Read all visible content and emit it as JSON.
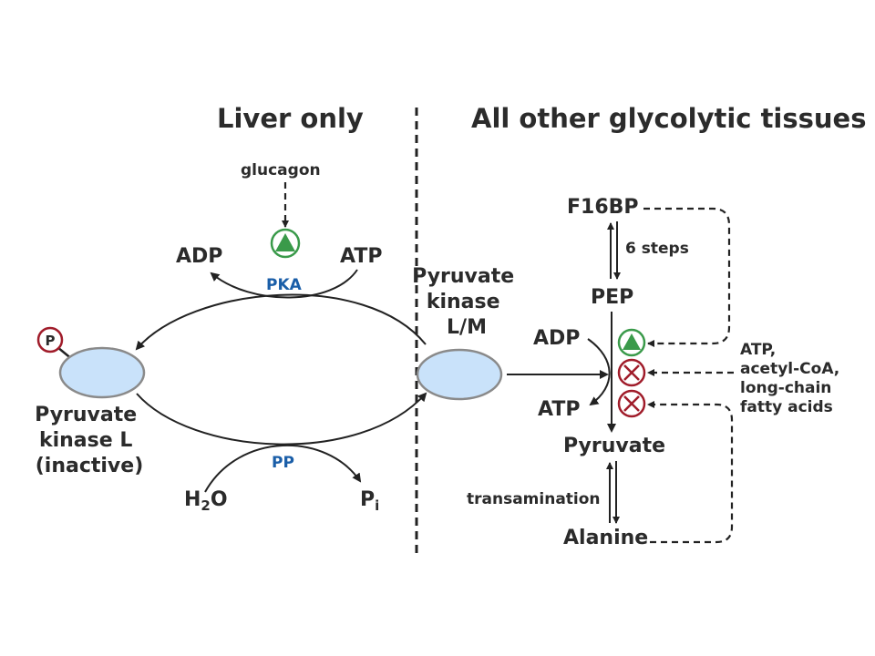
{
  "left_panel": {
    "title": "Liver only",
    "glucagon": "glucagon",
    "adp": "ADP",
    "atp": "ATP",
    "pka": "PKA",
    "pp": "PP",
    "h2o_main": "H",
    "h2o_sub": "2",
    "h2o_tail": "O",
    "pi_main": "P",
    "pi_sub": "i",
    "phospho_badge": "P",
    "inactive_enzyme": [
      "Pyruvate",
      "kinase L",
      "(inactive)"
    ]
  },
  "right_panel": {
    "title": "All other glycolytic tissues",
    "active_enzyme": [
      "Pyruvate",
      "kinase",
      "L/M"
    ],
    "f16bp": "F16BP",
    "six_steps": "6 steps",
    "pep": "PEP",
    "adp": "ADP",
    "atp": "ATP",
    "pyruvate": "Pyruvate",
    "transamination": "transamination",
    "alanine": "Alanine",
    "inhibitors": [
      "ATP,",
      "acetyl-CoA,",
      "long-chain",
      "fatty acids"
    ]
  },
  "colors": {
    "activator": "#3a9a4a",
    "inhibitor": "#a01c2a",
    "enzyme_fill": "#c9e2fa",
    "enzyme_label": "#1a5ea8"
  }
}
